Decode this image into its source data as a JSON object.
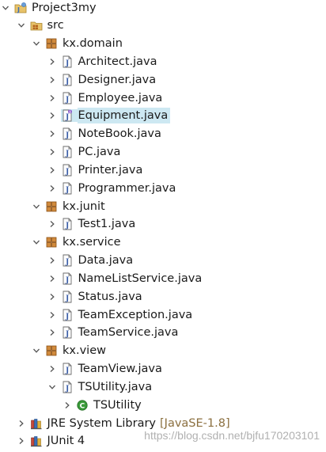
{
  "tree": {
    "rows": [
      {
        "label": "Project3my",
        "level": 0,
        "kind": "project",
        "expander": "expanded"
      },
      {
        "label": "src",
        "level": 1,
        "kind": "srcfolder",
        "expander": "expanded"
      },
      {
        "label": "kx.domain",
        "level": 2,
        "kind": "package",
        "expander": "expanded"
      },
      {
        "label": "Architect.java",
        "level": 3,
        "kind": "javafile",
        "expander": "collapsed"
      },
      {
        "label": "Designer.java",
        "level": 3,
        "kind": "javafile",
        "expander": "collapsed"
      },
      {
        "label": "Employee.java",
        "level": 3,
        "kind": "javafile",
        "expander": "collapsed"
      },
      {
        "label": "Equipment.java",
        "level": 3,
        "kind": "interfacefile",
        "expander": "collapsed",
        "selected": true
      },
      {
        "label": "NoteBook.java",
        "level": 3,
        "kind": "javafile",
        "expander": "collapsed"
      },
      {
        "label": "PC.java",
        "level": 3,
        "kind": "javafile",
        "expander": "collapsed"
      },
      {
        "label": "Printer.java",
        "level": 3,
        "kind": "javafile",
        "expander": "collapsed"
      },
      {
        "label": "Programmer.java",
        "level": 3,
        "kind": "javafile",
        "expander": "collapsed"
      },
      {
        "label": "kx.junit",
        "level": 2,
        "kind": "package",
        "expander": "expanded"
      },
      {
        "label": "Test1.java",
        "level": 3,
        "kind": "javafile",
        "expander": "collapsed"
      },
      {
        "label": "kx.service",
        "level": 2,
        "kind": "package",
        "expander": "expanded"
      },
      {
        "label": "Data.java",
        "level": 3,
        "kind": "javafile",
        "expander": "collapsed"
      },
      {
        "label": "NameListService.java",
        "level": 3,
        "kind": "javafile",
        "expander": "collapsed"
      },
      {
        "label": "Status.java",
        "level": 3,
        "kind": "javafile",
        "expander": "collapsed"
      },
      {
        "label": "TeamException.java",
        "level": 3,
        "kind": "javafile",
        "expander": "collapsed"
      },
      {
        "label": "TeamService.java",
        "level": 3,
        "kind": "javafile",
        "expander": "collapsed"
      },
      {
        "label": "kx.view",
        "level": 2,
        "kind": "package",
        "expander": "expanded"
      },
      {
        "label": "TeamView.java",
        "level": 3,
        "kind": "javafile",
        "expander": "collapsed"
      },
      {
        "label": "TSUtility.java",
        "level": 3,
        "kind": "javafile",
        "expander": "expanded"
      },
      {
        "label": "TSUtility",
        "level": 4,
        "kind": "class",
        "expander": "collapsed"
      },
      {
        "label": "JRE System Library",
        "decoration": "[JavaSE-1.8]",
        "level": 1,
        "kind": "library",
        "expander": "collapsed"
      },
      {
        "label": "JUnit 4",
        "level": 1,
        "kind": "library",
        "expander": "collapsed"
      }
    ]
  },
  "watermark": "https://blog.csdn.net/bjfu170203101",
  "colors": {
    "selection": "#cde8f2",
    "decoration": "#8b6f3f",
    "package": "#b5651d",
    "class": "#3a9a3a",
    "chevron": "#555555"
  }
}
